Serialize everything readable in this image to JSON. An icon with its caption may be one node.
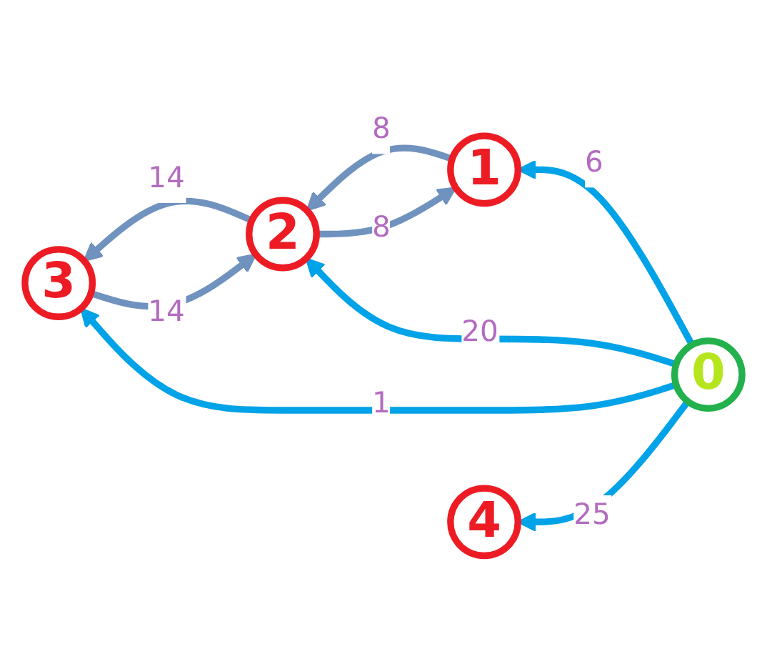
{
  "diagram": {
    "nodes": [
      {
        "text": [
          "1"
        ]
      },
      {
        "text": [
          "2"
        ]
      },
      {
        "text": [
          "0"
        ]
      },
      {
        "text": [
          "3"
        ]
      },
      {
        "text": [
          "4"
        ]
      }
    ],
    "edges": [
      {
        "from": 2,
        "to": 0,
        "arrow": "to",
        "label": "6"
      },
      {
        "from": 0,
        "to": 1,
        "arrow": "to",
        "label": "8",
        "color": "#7092be"
      },
      {
        "from": 1,
        "to": 0,
        "arrow": "to",
        "label": "8",
        "color": "#7092be"
      },
      {
        "from": 2,
        "to": 1,
        "arrow": "to",
        "label": "20"
      },
      {
        "from": 1,
        "to": 3,
        "arrow": "to",
        "label": "14",
        "color": "#7092be"
      },
      {
        "from": 3,
        "to": 1,
        "arrow": "to",
        "label": "14",
        "color": "#7092be"
      },
      {
        "from": 2,
        "to": 3,
        "arrow": "to",
        "label": "1"
      },
      {
        "from": 2,
        "to": 4,
        "arrow": "to",
        "label": "25"
      }
    ]
  }
}
